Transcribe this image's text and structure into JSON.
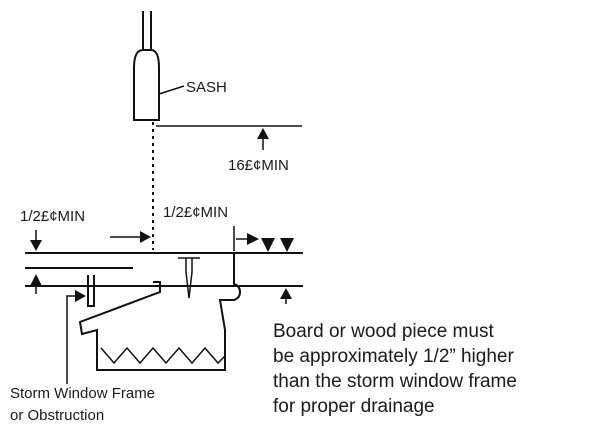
{
  "labels": {
    "sash": "SASH",
    "sixteen_min": "16£¢MIN",
    "half_min_left": "1/2£¢MIN",
    "half_min_right": "1/2£¢MIN",
    "storm_frame_line1": "Storm Window Frame",
    "storm_frame_line2": "or Obstruction",
    "note_line1": "Board or wood piece must",
    "note_line2": "be approximately 1/2” higher",
    "note_line3": "than the storm window frame",
    "note_line4": "for proper drainage"
  }
}
